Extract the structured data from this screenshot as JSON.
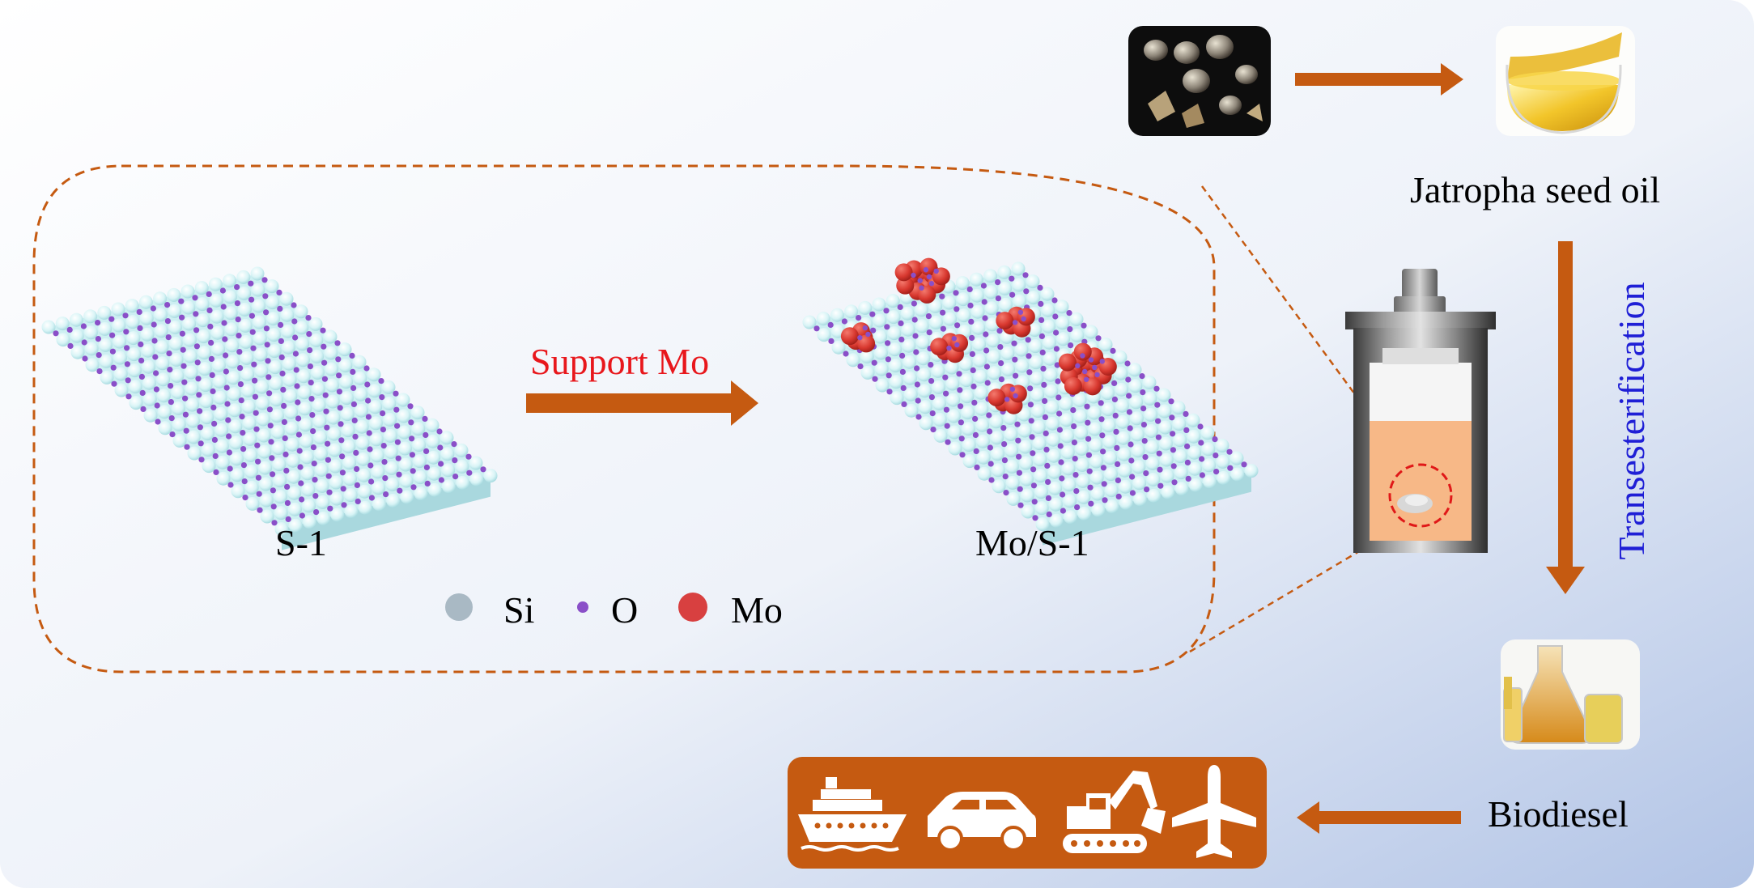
{
  "labels": {
    "s1": "S-1",
    "mos1": "Mo/S-1",
    "support": "Support Mo",
    "jatropha": "Jatropha seed oil",
    "transesterification": "Transesterification",
    "biodiesel": "Biodiesel"
  },
  "legend": [
    {
      "label": "Si",
      "color": "#a9b9c4",
      "icon": "si-atom-dot"
    },
    {
      "label": "O",
      "color": "#8a4fc8",
      "icon": "o-atom-dot"
    },
    {
      "label": "Mo",
      "color": "#d84040",
      "icon": "mo-atom-dot"
    }
  ],
  "applications": [
    {
      "name": "ship",
      "icon": "ship-icon"
    },
    {
      "name": "car",
      "icon": "car-icon"
    },
    {
      "name": "excavator",
      "icon": "excavator-icon"
    },
    {
      "name": "airplane",
      "icon": "airplane-icon"
    }
  ],
  "colors": {
    "arrow": "#c55a11",
    "support_text": "#e8171c",
    "transesterification_text": "#1f1fd6",
    "dashed_outline": "#c55a11",
    "app_panel": "#c55a11",
    "reactor_liquid": "#f7b887",
    "background_start": "#ffffff",
    "background_end": "#b2c4e6"
  }
}
